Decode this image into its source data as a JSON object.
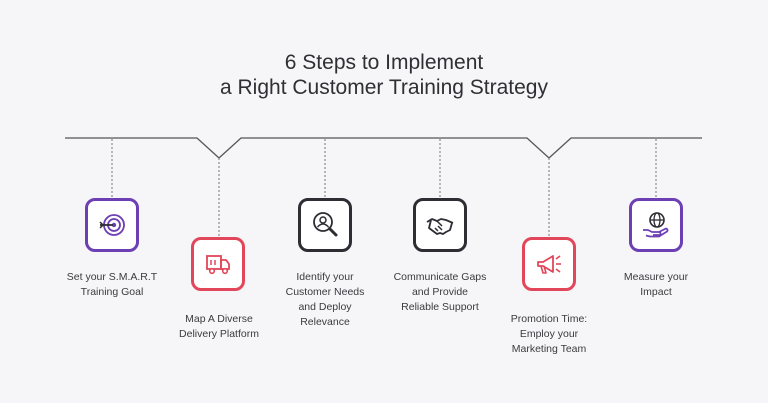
{
  "title": {
    "line1": "6 Steps to Implement",
    "line2": "a Right Customer Training Strategy"
  },
  "colors": {
    "purple": "#6c3fb5",
    "red": "#e2465a",
    "dark": "#2d2d33",
    "line": "#555555"
  },
  "steps": [
    {
      "icon": "target-icon",
      "accent": "purple",
      "lines": [
        "Set your S.M.A.R.T",
        "Training Goal"
      ]
    },
    {
      "icon": "delivery-truck-icon",
      "accent": "red",
      "lines": [
        "Map A Diverse",
        "Delivery Platform"
      ]
    },
    {
      "icon": "user-search-icon",
      "accent": "dark",
      "lines": [
        "Identify your",
        "Customer Needs",
        "and Deploy",
        "Relevance"
      ]
    },
    {
      "icon": "handshake-icon",
      "accent": "dark",
      "lines": [
        "Communicate Gaps",
        "and Provide",
        "Reliable Support"
      ]
    },
    {
      "icon": "megaphone-icon",
      "accent": "red",
      "lines": [
        "Promotion Time:",
        "Employ your",
        "Marketing Team"
      ]
    },
    {
      "icon": "globe-hand-icon",
      "accent": "purple",
      "lines": [
        "Measure your",
        "Impact"
      ]
    }
  ]
}
